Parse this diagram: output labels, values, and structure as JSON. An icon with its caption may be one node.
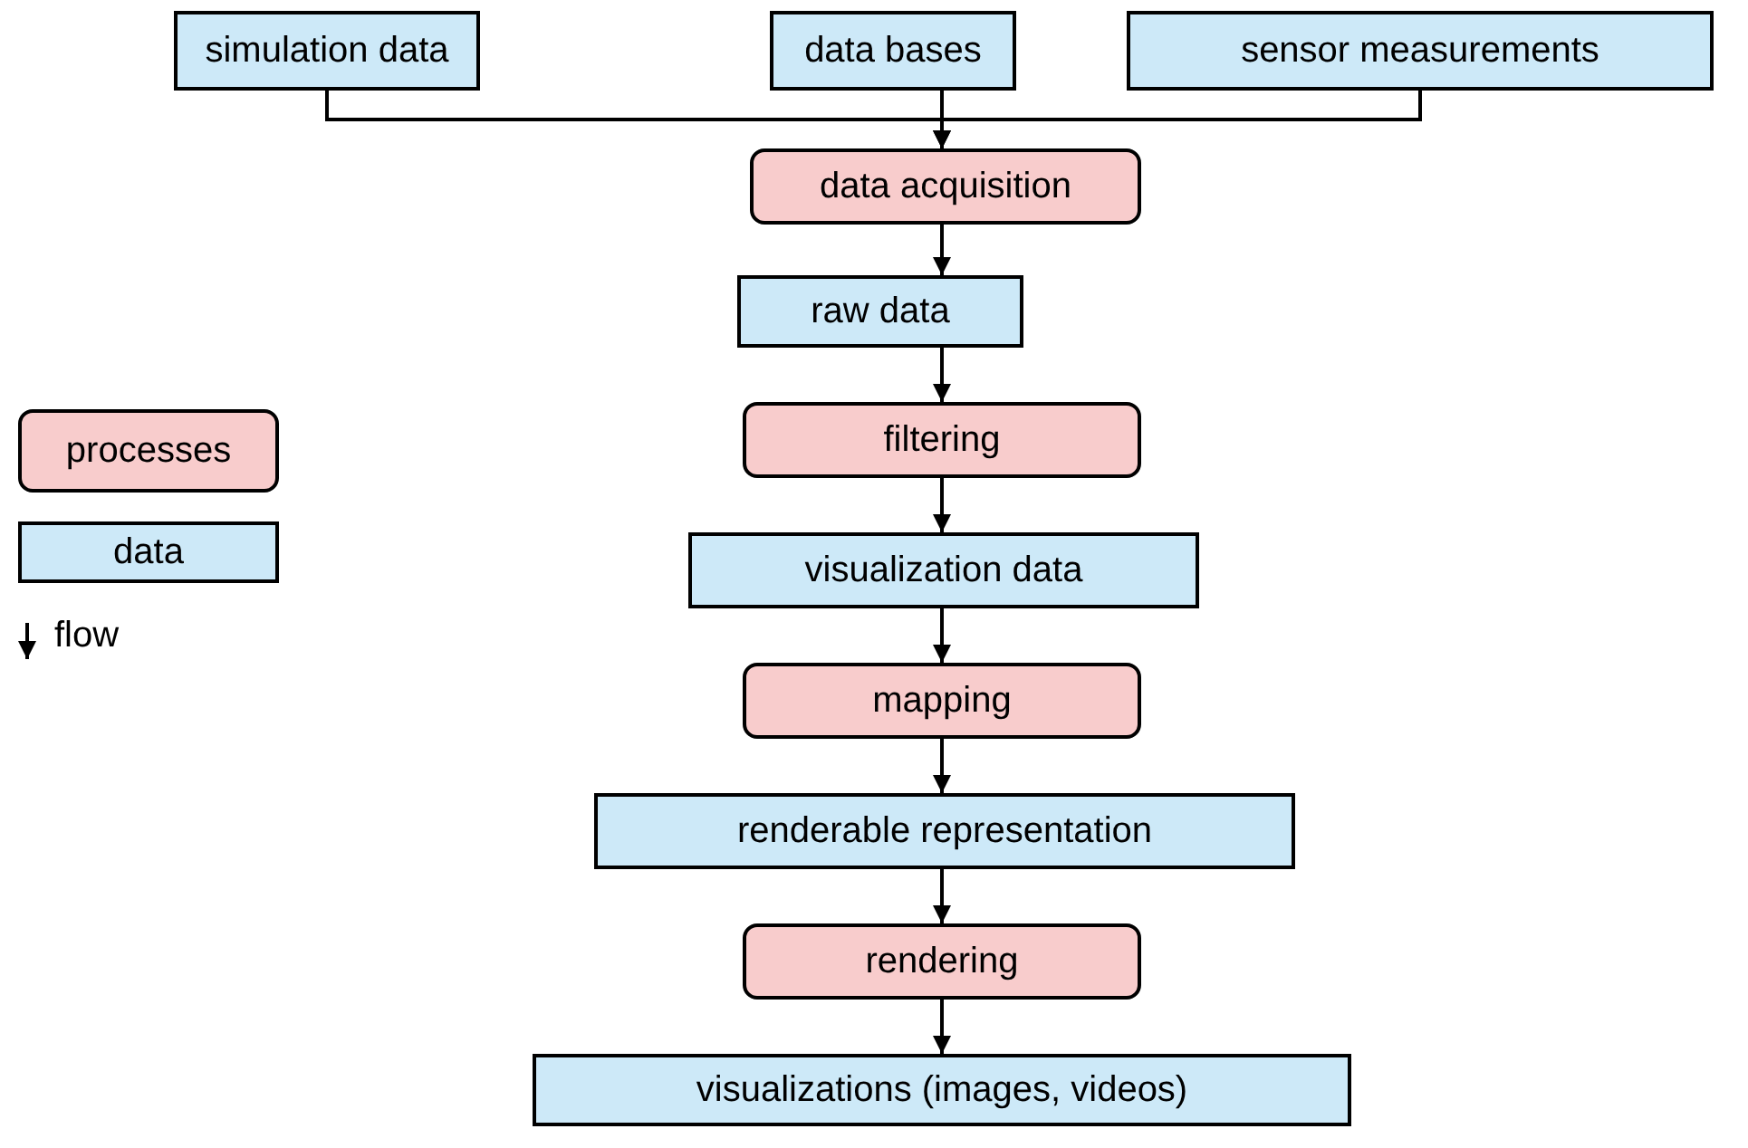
{
  "diagram": {
    "nodes": [
      {
        "text": [
          "simulation data"
        ]
      },
      {
        "text": [
          "data bases"
        ]
      },
      {
        "text": [
          "sensor measurements"
        ]
      },
      {
        "text": [
          "data acquisition"
        ]
      },
      {
        "text": [
          "raw data"
        ]
      },
      {
        "text": [
          "filtering"
        ]
      },
      {
        "text": [
          "visualization data"
        ]
      },
      {
        "text": [
          "mapping"
        ]
      },
      {
        "text": [
          "renderable representation"
        ]
      },
      {
        "text": [
          "rendering"
        ]
      },
      {
        "text": [
          "visualizations (images, videos)"
        ]
      }
    ],
    "edges": [
      {
        "from": 0,
        "to": 3,
        "arrow": "to"
      },
      {
        "from": 1,
        "to": 3,
        "arrow": "to"
      },
      {
        "from": 2,
        "to": 3,
        "arrow": "to"
      },
      {
        "from": 3,
        "to": 4,
        "arrow": "to"
      },
      {
        "from": 4,
        "to": 5,
        "arrow": "to"
      },
      {
        "from": 5,
        "to": 6,
        "arrow": "to"
      },
      {
        "from": 6,
        "to": 7,
        "arrow": "to"
      },
      {
        "from": 7,
        "to": 8,
        "arrow": "to"
      },
      {
        "from": 8,
        "to": 9,
        "arrow": "to"
      },
      {
        "from": 9,
        "to": 10,
        "arrow": "to"
      }
    ],
    "legend": [
      {
        "text": "processes",
        "color": "#f8cccc"
      },
      {
        "text": "data",
        "color": "#cde9f8"
      },
      {
        "text": "flow"
      }
    ]
  }
}
